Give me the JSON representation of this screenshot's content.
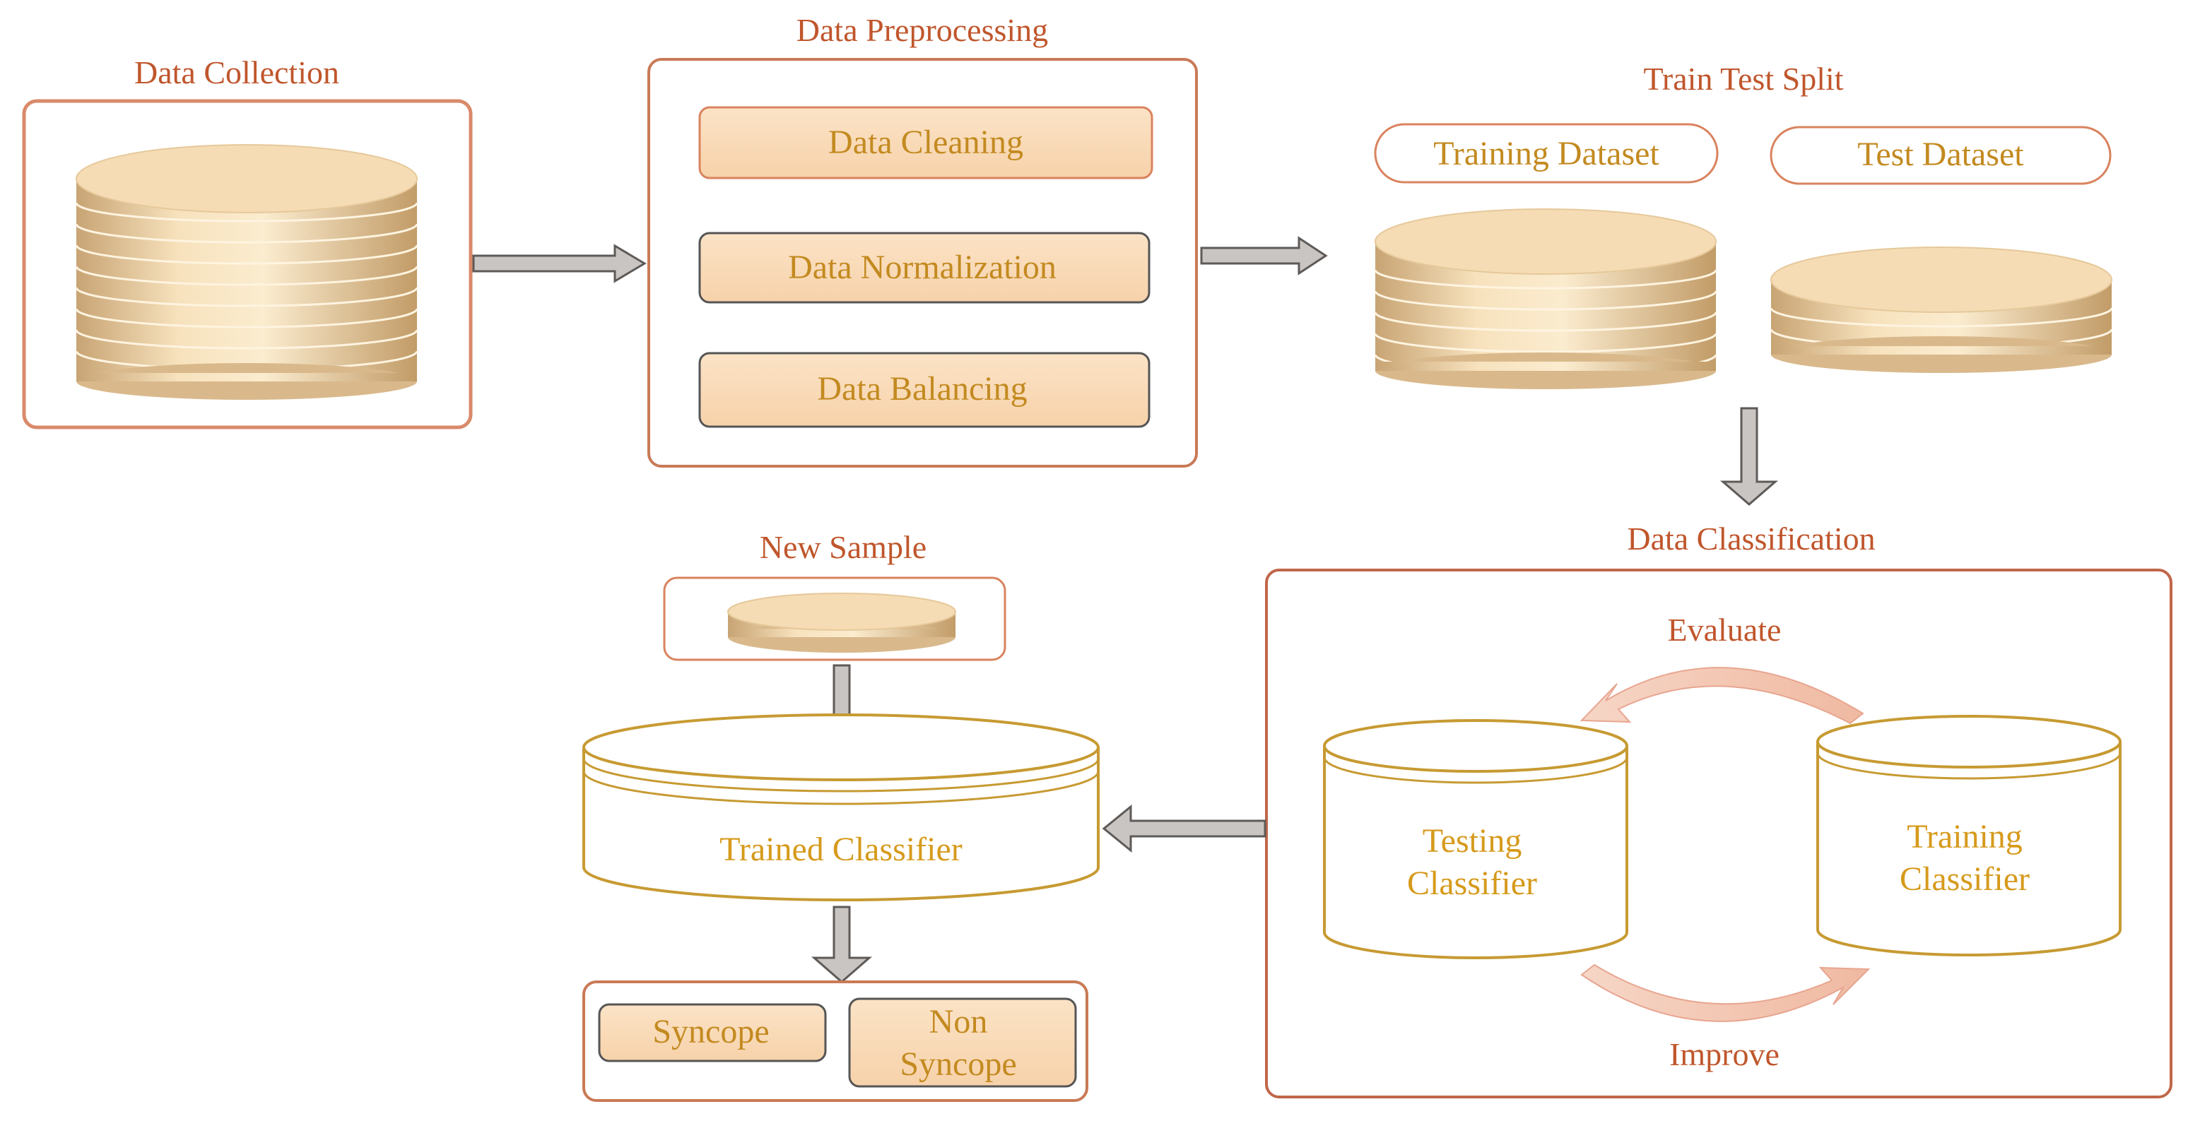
{
  "colors": {
    "frame_border": "#c97a56",
    "orange_title": "#c0562c",
    "gold_text": "#c38a20",
    "disk_face": "#f5dcb5",
    "disk_edge": "#c8a878",
    "arrow_fill": "#c9c5c2",
    "arrow_stroke": "#5e5a58",
    "cycle_arrow": "#f3c6b4",
    "cylinder_outline": "#c79a32"
  },
  "data_collection": {
    "title": "Data Collection"
  },
  "data_preprocessing": {
    "title": "Data Preprocessing",
    "steps": [
      "Data Cleaning",
      "Data Normalization",
      "Data Balancing"
    ]
  },
  "train_test_split": {
    "title": "Train Test Split",
    "training_label": "Training Dataset",
    "test_label": "Test Dataset"
  },
  "data_classification": {
    "title": "Data Classification",
    "evaluate_label": "Evaluate",
    "improve_label": "Improve",
    "testing_classifier": [
      "Testing",
      "Classifier"
    ],
    "training_classifier": [
      "Training",
      "Classifier"
    ]
  },
  "new_sample": {
    "title": "New Sample"
  },
  "trained_classifier": {
    "label": "Trained Classifier"
  },
  "outputs": {
    "syncope": "Syncope",
    "non_syncope": [
      "Non",
      "Syncope"
    ]
  }
}
